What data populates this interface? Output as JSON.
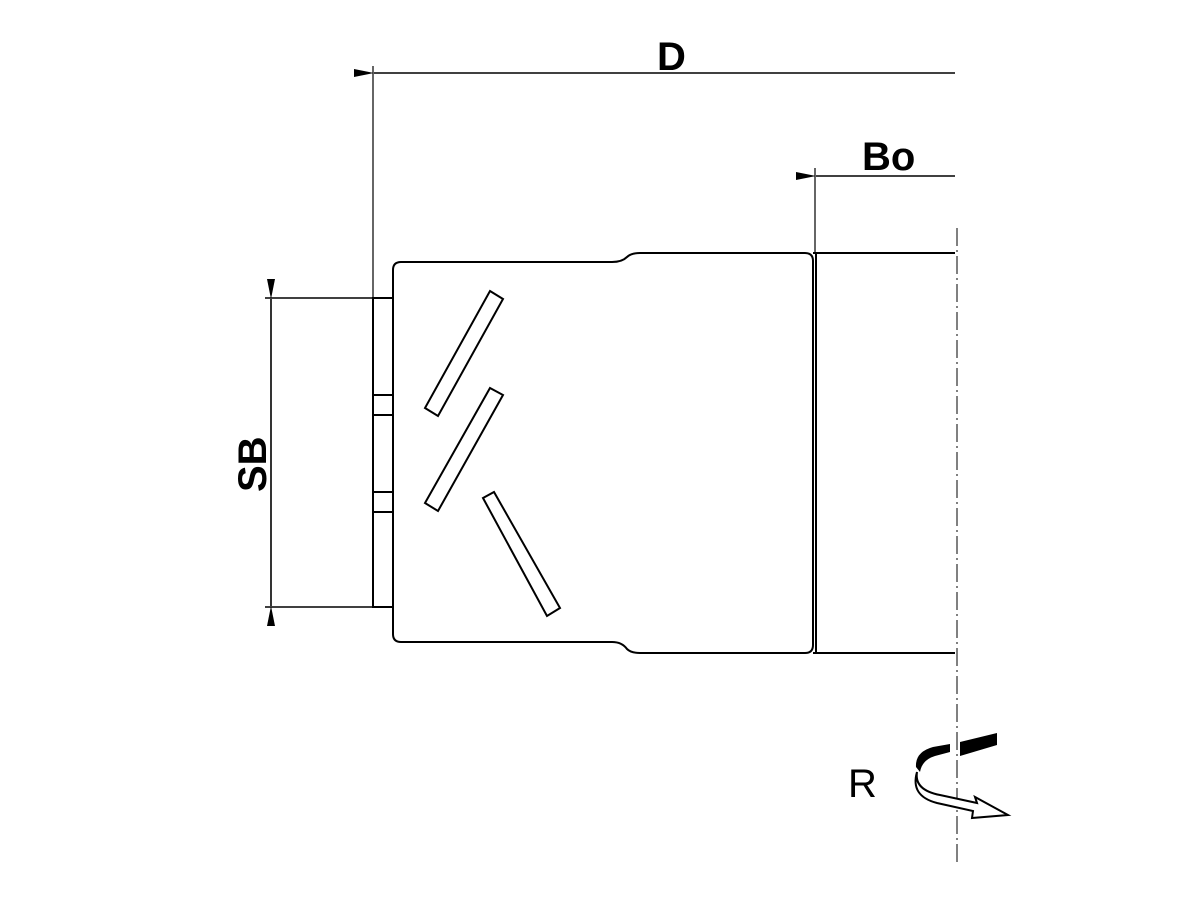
{
  "labels": {
    "diameter": "D",
    "bore": "Bo",
    "cutting_width": "SB",
    "rotation": "R"
  },
  "colors": {
    "line": "#000000",
    "background": "#ffffff"
  }
}
